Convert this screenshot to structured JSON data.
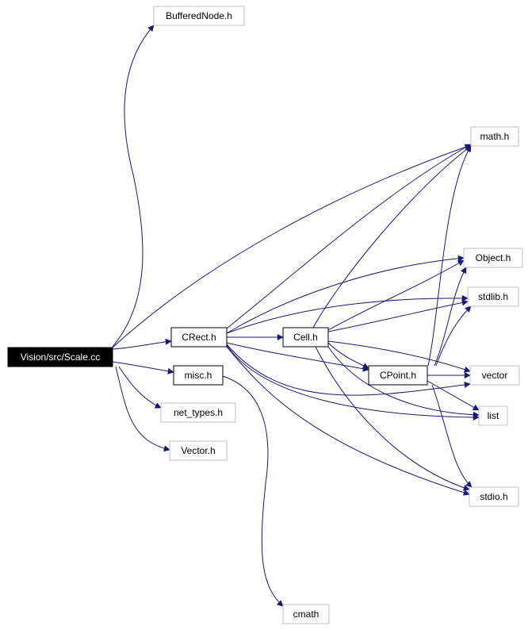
{
  "colors": {
    "edge": "#191970",
    "root_fill": "#000000",
    "root_text": "#ffffff",
    "internal_border": "#000000",
    "external_border": "#bfbfbf",
    "node_fill": "#ffffff",
    "node_text": "#000000"
  },
  "nodes": [
    {
      "id": "scale",
      "label": "Vision/src/Scale.cc",
      "kind": "root"
    },
    {
      "id": "buffered",
      "label": "BufferedNode.h",
      "kind": "external"
    },
    {
      "id": "math",
      "label": "math.h",
      "kind": "external"
    },
    {
      "id": "crect",
      "label": "CRect.h",
      "kind": "internal"
    },
    {
      "id": "cell",
      "label": "Cell.h",
      "kind": "internal"
    },
    {
      "id": "object",
      "label": "Object.h",
      "kind": "external"
    },
    {
      "id": "stdlib",
      "label": "stdlib.h",
      "kind": "external"
    },
    {
      "id": "misc",
      "label": "misc.h",
      "kind": "internal"
    },
    {
      "id": "cpoint",
      "label": "CPoint.h",
      "kind": "internal"
    },
    {
      "id": "vector",
      "label": "vector",
      "kind": "external"
    },
    {
      "id": "nettypes",
      "label": "net_types.h",
      "kind": "external"
    },
    {
      "id": "list",
      "label": "list",
      "kind": "external"
    },
    {
      "id": "vectorh",
      "label": "Vector.h",
      "kind": "external"
    },
    {
      "id": "stdio",
      "label": "stdio.h",
      "kind": "external"
    },
    {
      "id": "cmath",
      "label": "cmath",
      "kind": "external"
    }
  ],
  "edges": [
    {
      "from": "scale",
      "to": "buffered"
    },
    {
      "from": "scale",
      "to": "math"
    },
    {
      "from": "scale",
      "to": "crect"
    },
    {
      "from": "scale",
      "to": "misc"
    },
    {
      "from": "scale",
      "to": "nettypes"
    },
    {
      "from": "scale",
      "to": "vectorh"
    },
    {
      "from": "crect",
      "to": "math"
    },
    {
      "from": "crect",
      "to": "object"
    },
    {
      "from": "crect",
      "to": "stdlib"
    },
    {
      "from": "crect",
      "to": "cell"
    },
    {
      "from": "crect",
      "to": "cpoint"
    },
    {
      "from": "crect",
      "to": "vector"
    },
    {
      "from": "crect",
      "to": "list"
    },
    {
      "from": "crect",
      "to": "stdio"
    },
    {
      "from": "cell",
      "to": "math"
    },
    {
      "from": "cell",
      "to": "object"
    },
    {
      "from": "cell",
      "to": "stdlib"
    },
    {
      "from": "cell",
      "to": "cpoint"
    },
    {
      "from": "cell",
      "to": "vector"
    },
    {
      "from": "cell",
      "to": "list"
    },
    {
      "from": "cell",
      "to": "stdio"
    },
    {
      "from": "cpoint",
      "to": "math"
    },
    {
      "from": "cpoint",
      "to": "object"
    },
    {
      "from": "cpoint",
      "to": "stdlib"
    },
    {
      "from": "cpoint",
      "to": "vector"
    },
    {
      "from": "cpoint",
      "to": "list"
    },
    {
      "from": "cpoint",
      "to": "stdio"
    },
    {
      "from": "misc",
      "to": "cmath"
    }
  ]
}
